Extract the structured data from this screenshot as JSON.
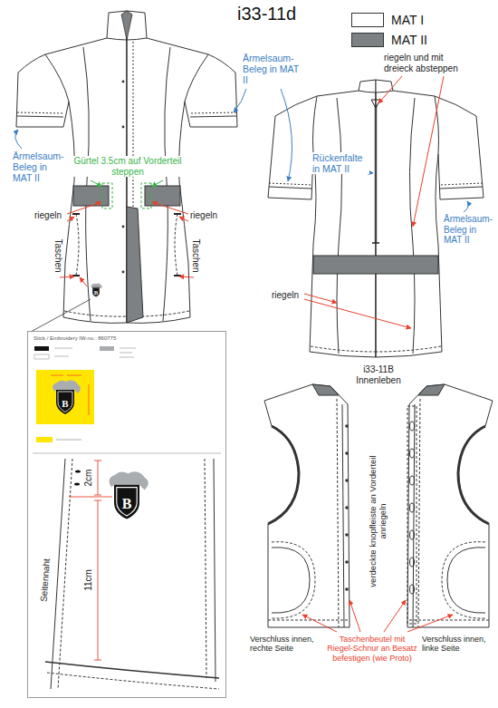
{
  "diagram": {
    "title": "i33-11d",
    "nodes": [
      {
        "text": [
          "Stick / Embroidery IW-no.: 860775"
        ]
      }
    ],
    "labels": [
      "Ärmelsaum- Beleg in MAT II",
      "Ärmelsaum- Beleg in MAT II",
      "Ärmelsaum- Beleg in MAT II",
      "Gürtel 3.5cm auf Vorderteil steppen",
      "riegeln",
      "Taschen",
      "Taschen",
      "riegeln",
      "riegeln und mit dreieck absteppen",
      "Rückenfalte in MAT II",
      "riegeln",
      "i33-11B Innenleben",
      "verdeckte knopfleiste an Vorderteil anriegeln",
      "Verschluss innen, rechte Seite",
      "Taschenbeutel mit Riegel-Schnur an Besatz befestigen (wie Proto)",
      "Verschluss innen, linke Seite",
      "B",
      "B",
      "B",
      "2cm",
      "11cm",
      "Seitennaht"
    ],
    "legend": [
      {
        "text": "MAT I",
        "color": "#ffffff"
      },
      {
        "text": "MAT II",
        "color": "#7d8183"
      }
    ]
  }
}
